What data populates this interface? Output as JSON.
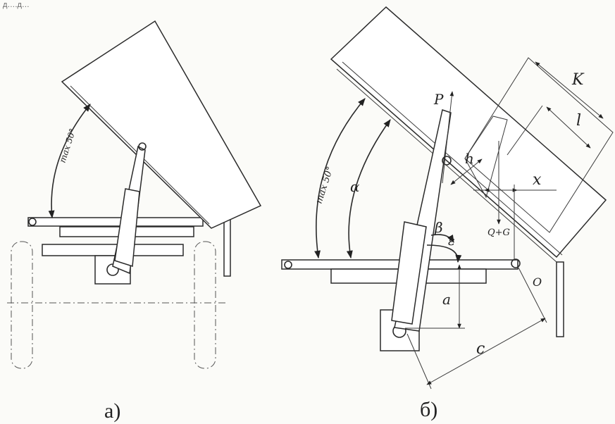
{
  "header": {
    "text": "д….д…"
  },
  "figure_a": {
    "caption": "а)",
    "angle_label": "max 50°"
  },
  "figure_b": {
    "caption": "б)",
    "angle_label": "max 50°",
    "labels": {
      "P": "P",
      "alpha": "α",
      "beta": "β",
      "epsilon": "ε",
      "h": "h",
      "K": "K",
      "l": "l",
      "x": "x",
      "QG": "Q+G",
      "O": "O",
      "a": "a",
      "c": "c"
    }
  }
}
